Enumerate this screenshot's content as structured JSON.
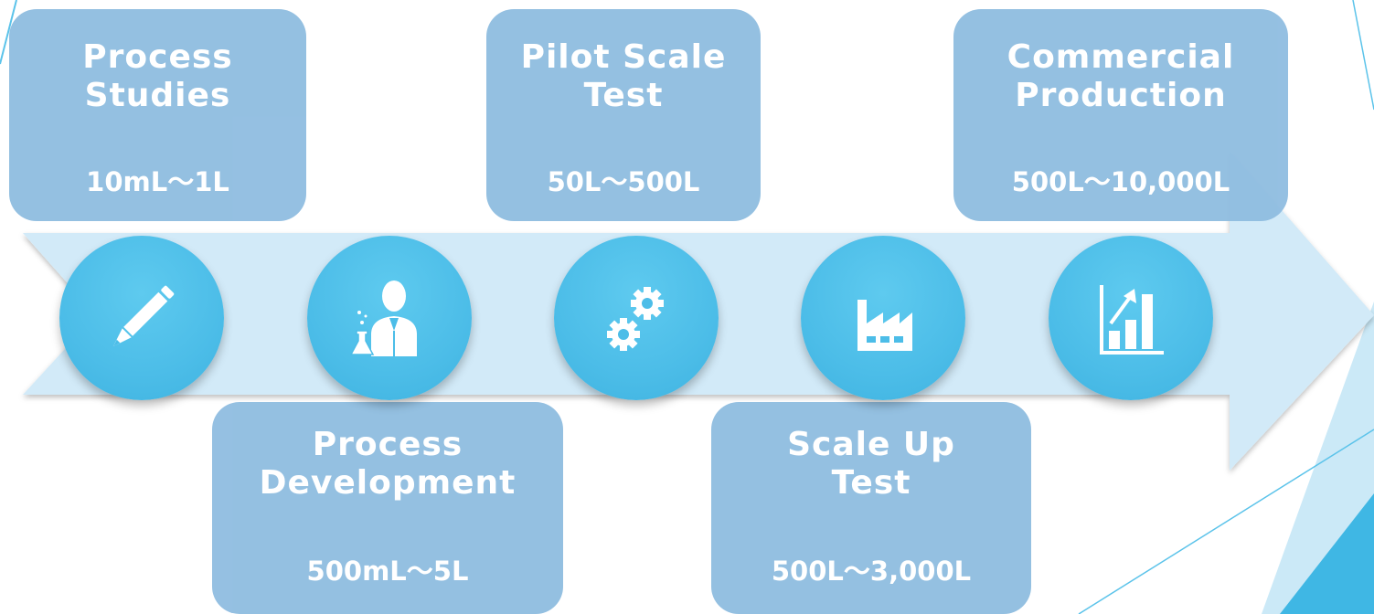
{
  "stages": [
    {
      "id": "process-studies",
      "title_line1": "Process",
      "title_line2": "Studies",
      "range": "10mL〜1L",
      "icon": "pencil-icon"
    },
    {
      "id": "process-development",
      "title_line1": "Process",
      "title_line2": "Development",
      "range": "500mL〜5L",
      "icon": "scientist-icon"
    },
    {
      "id": "pilot-scale-test",
      "title_line1": "Pilot Scale",
      "title_line2": "Test",
      "range": "50L〜500L",
      "icon": "gears-icon"
    },
    {
      "id": "scale-up-test",
      "title_line1": "Scale Up",
      "title_line2": "Test",
      "range": "500L〜3,000L",
      "icon": "factory-icon"
    },
    {
      "id": "commercial-production",
      "title_line1": "Commercial",
      "title_line2": "Production",
      "range": "500L〜10,000L",
      "icon": "growth-chart-icon"
    }
  ],
  "colors": {
    "box": "#8fbde0",
    "arrow": "#d2eaf8",
    "circle": "#4cbde8",
    "deco": "#3fb3e0"
  }
}
